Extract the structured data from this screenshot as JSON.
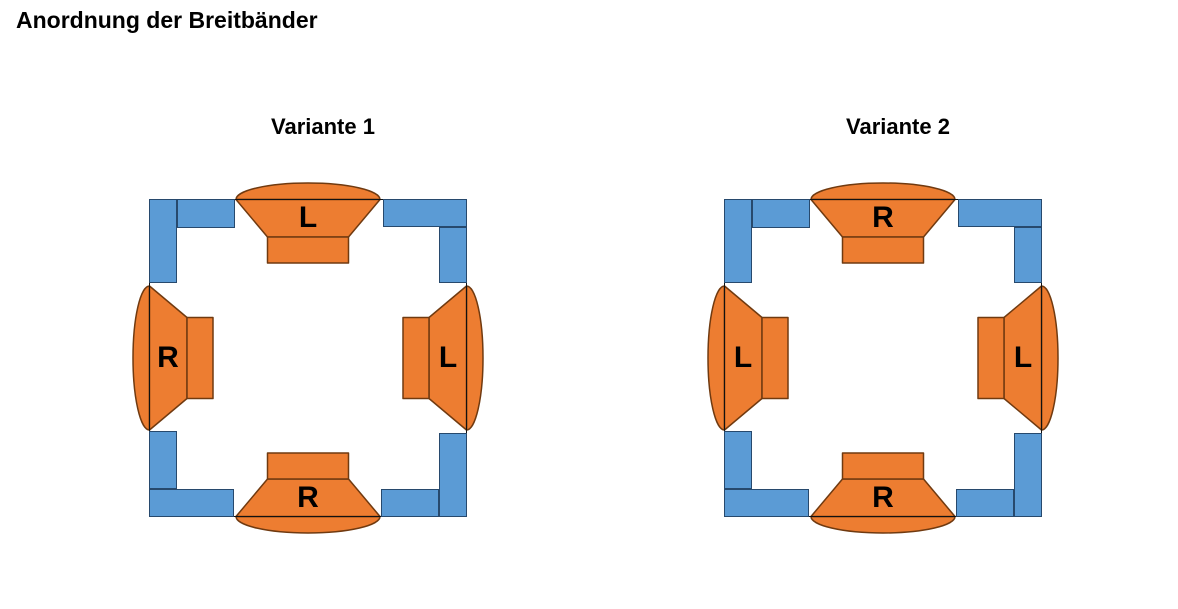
{
  "title": "Anordnung der Breitbänder",
  "colors": {
    "orange": "#ED7D31",
    "orange_border": "#703A10",
    "blue": "#5B9BD5",
    "blue_border": "#27496D",
    "outline": "#111111"
  },
  "variants": [
    {
      "label": "Variante 1",
      "speakers": {
        "top": "L",
        "left": "R",
        "right": "L",
        "bottom": "R"
      }
    },
    {
      "label": "Variante 2",
      "speakers": {
        "top": "R",
        "left": "L",
        "right": "L",
        "bottom": "R"
      }
    }
  ]
}
